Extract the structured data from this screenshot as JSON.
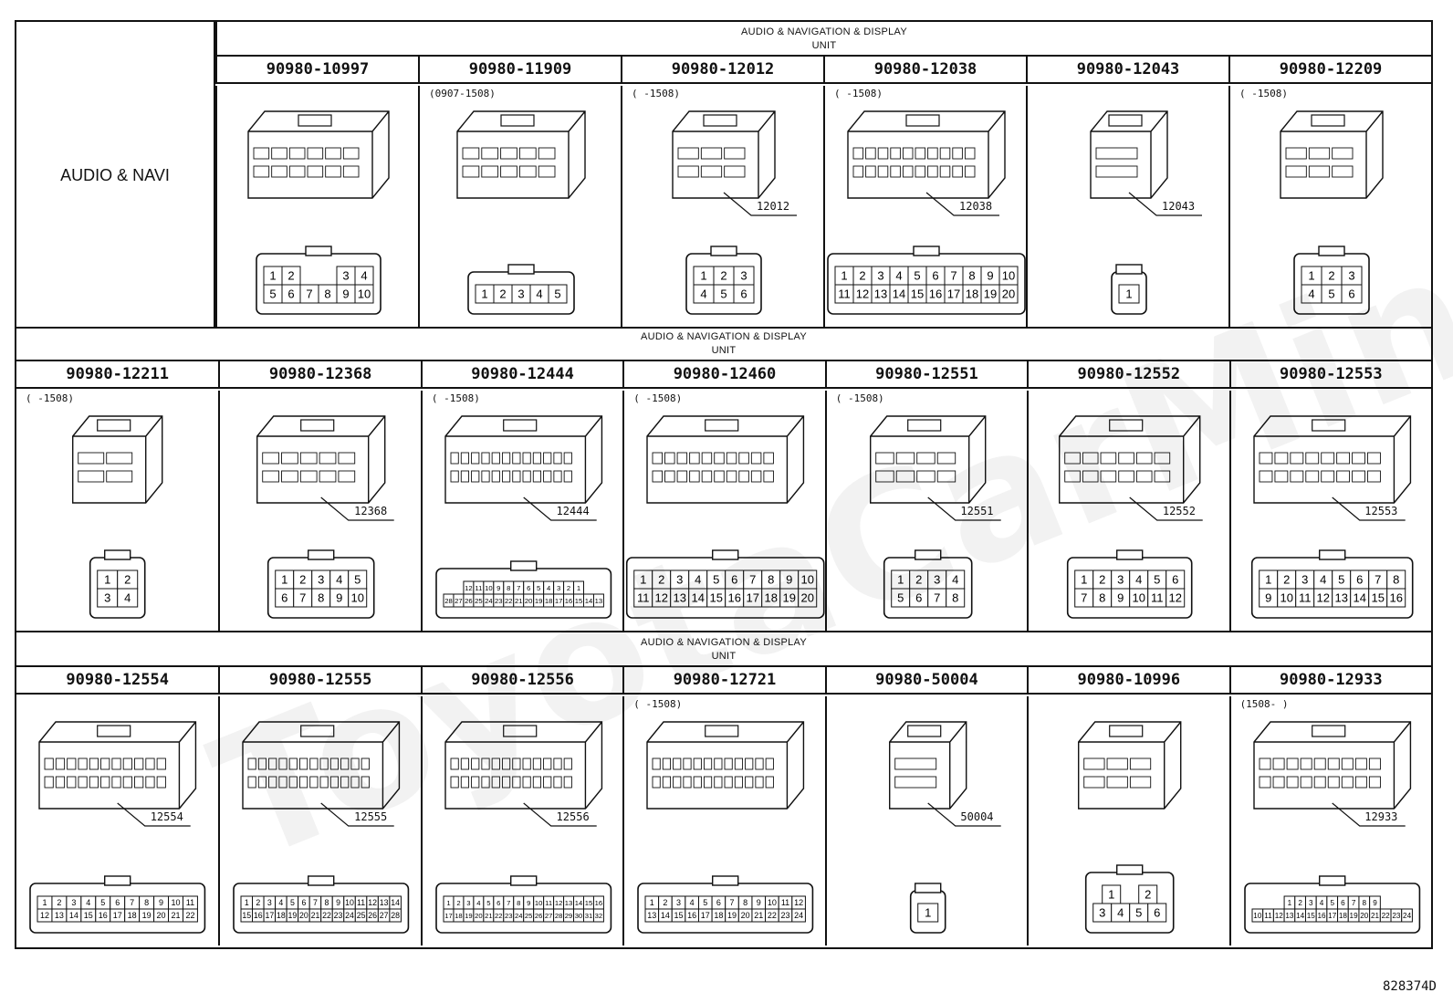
{
  "left_label": "AUDIO & NAVI",
  "band_title_line1": "AUDIO & NAVIGATION & DISPLAY",
  "band_title_line2": "UNIT",
  "watermark_text": "ToyotaCarMine.ru",
  "figure_id": "828374D",
  "rows": [
    {
      "cells": [
        {
          "part": "90980-10997",
          "date": "",
          "callout": "",
          "pins": [
            [
              "1",
              "2",
              "",
              "",
              "3",
              "4"
            ],
            [
              "5",
              "6",
              "7",
              "8",
              "9",
              "10"
            ]
          ]
        },
        {
          "part": "90980-11909",
          "date": "(0907-1508)",
          "callout": "",
          "pins": [
            [
              "1",
              "2",
              "3",
              "4",
              "5"
            ]
          ]
        },
        {
          "part": "90980-12012",
          "date": "(      -1508)",
          "callout": "12012",
          "pins": [
            [
              "1",
              "2",
              "3"
            ],
            [
              "4",
              "5",
              "6"
            ]
          ]
        },
        {
          "part": "90980-12038",
          "date": "(      -1508)",
          "callout": "12038",
          "pins": [
            [
              "1",
              "2",
              "3",
              "4",
              "5",
              "6",
              "7",
              "8",
              "9",
              "10"
            ],
            [
              "11",
              "12",
              "13",
              "14",
              "15",
              "16",
              "17",
              "18",
              "19",
              "20"
            ]
          ]
        },
        {
          "part": "90980-12043",
          "date": "",
          "callout": "12043",
          "pins": [
            [
              "1"
            ]
          ]
        },
        {
          "part": "90980-12209",
          "date": "(      -1508)",
          "callout": "",
          "pins": [
            [
              "1",
              "2",
              "3"
            ],
            [
              "4",
              "5",
              "6"
            ]
          ]
        }
      ]
    },
    {
      "cells": [
        {
          "part": "90980-12211",
          "date": "(      -1508)",
          "callout": "",
          "pins": [
            [
              "1",
              "2"
            ],
            [
              "3",
              "4"
            ]
          ]
        },
        {
          "part": "90980-12368",
          "date": "",
          "callout": "12368",
          "pins": [
            [
              "1",
              "2",
              "3",
              "4",
              "5"
            ],
            [
              "6",
              "7",
              "8",
              "9",
              "10"
            ]
          ]
        },
        {
          "part": "90980-12444",
          "date": "(      -1508)",
          "callout": "12444",
          "pins": [
            [
              "12",
              "11",
              "10",
              "9",
              "8",
              "7",
              "6",
              "5",
              "4",
              "3",
              "2",
              "1"
            ],
            [
              "28",
              "27",
              "26",
              "25",
              "24",
              "23",
              "22",
              "21",
              "20",
              "19",
              "18",
              "17",
              "16",
              "15",
              "14",
              "13"
            ]
          ]
        },
        {
          "part": "90980-12460",
          "date": "(      -1508)",
          "callout": "",
          "pins": [
            [
              "1",
              "2",
              "3",
              "4",
              "5",
              "6",
              "7",
              "8",
              "9",
              "10"
            ],
            [
              "11",
              "12",
              "13",
              "14",
              "15",
              "16",
              "17",
              "18",
              "19",
              "20"
            ]
          ]
        },
        {
          "part": "90980-12551",
          "date": "(      -1508)",
          "callout": "12551",
          "pins": [
            [
              "1",
              "2",
              "3",
              "4"
            ],
            [
              "5",
              "6",
              "7",
              "8"
            ]
          ]
        },
        {
          "part": "90980-12552",
          "date": "",
          "callout": "12552",
          "pins": [
            [
              "1",
              "2",
              "3",
              "4",
              "5",
              "6"
            ],
            [
              "7",
              "8",
              "9",
              "10",
              "11",
              "12"
            ]
          ]
        },
        {
          "part": "90980-12553",
          "date": "",
          "callout": "12553",
          "pins": [
            [
              "1",
              "2",
              "3",
              "4",
              "5",
              "6",
              "7",
              "8"
            ],
            [
              "9",
              "10",
              "11",
              "12",
              "13",
              "14",
              "15",
              "16"
            ]
          ]
        }
      ]
    },
    {
      "cells": [
        {
          "part": "90980-12554",
          "date": "",
          "callout": "12554",
          "pins": [
            [
              "1",
              "2",
              "3",
              "4",
              "5",
              "6",
              "7",
              "8",
              "9",
              "10",
              "11"
            ],
            [
              "12",
              "13",
              "14",
              "15",
              "16",
              "17",
              "18",
              "19",
              "20",
              "21",
              "22"
            ]
          ]
        },
        {
          "part": "90980-12555",
          "date": "",
          "callout": "12555",
          "pins": [
            [
              "1",
              "2",
              "3",
              "4",
              "5",
              "6",
              "7",
              "8",
              "9",
              "10",
              "11",
              "12",
              "13",
              "14"
            ],
            [
              "15",
              "16",
              "17",
              "18",
              "19",
              "20",
              "21",
              "22",
              "23",
              "24",
              "25",
              "26",
              "27",
              "28"
            ]
          ]
        },
        {
          "part": "90980-12556",
          "date": "",
          "callout": "12556",
          "pins": [
            [
              "1",
              "2",
              "3",
              "4",
              "5",
              "6",
              "7",
              "8",
              "9",
              "10",
              "11",
              "12",
              "13",
              "14",
              "15",
              "16"
            ],
            [
              "17",
              "18",
              "19",
              "20",
              "21",
              "22",
              "23",
              "24",
              "25",
              "26",
              "27",
              "28",
              "29",
              "30",
              "31",
              "32"
            ]
          ]
        },
        {
          "part": "90980-12721",
          "date": "(      -1508)",
          "callout": "",
          "pins": [
            [
              "1",
              "2",
              "3",
              "4",
              "5",
              "6",
              "7",
              "8",
              "9",
              "10",
              "11",
              "12"
            ],
            [
              "13",
              "14",
              "15",
              "16",
              "17",
              "18",
              "19",
              "20",
              "21",
              "22",
              "23",
              "24"
            ]
          ]
        },
        {
          "part": "90980-50004",
          "date": "",
          "callout": "50004",
          "pins": [
            [
              "1"
            ]
          ]
        },
        {
          "part": "90980-10996",
          "date": "",
          "callout": "",
          "pins": [
            [
              "1",
              "",
              "2"
            ],
            [
              "3",
              "4",
              "5",
              "6"
            ]
          ]
        },
        {
          "part": "90980-12933",
          "date": "(1508-      )",
          "callout": "12933",
          "pins": [
            [
              "1",
              "2",
              "3",
              "4",
              "5",
              "6",
              "7",
              "8",
              "9"
            ],
            [
              "10",
              "11",
              "12",
              "13",
              "14",
              "15",
              "16",
              "17",
              "18",
              "19",
              "20",
              "21",
              "22",
              "23",
              "24"
            ]
          ]
        }
      ]
    }
  ]
}
